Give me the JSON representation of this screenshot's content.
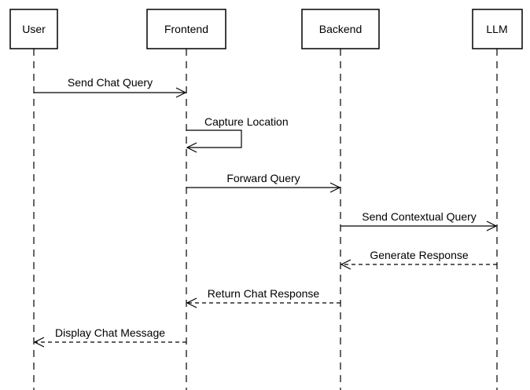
{
  "participants": [
    {
      "id": "user",
      "label": "User"
    },
    {
      "id": "frontend",
      "label": "Frontend"
    },
    {
      "id": "backend",
      "label": "Backend"
    },
    {
      "id": "llm",
      "label": "LLM"
    }
  ],
  "messages": [
    {
      "from": "user",
      "to": "frontend",
      "label": "Send Chat Query",
      "style": "solid"
    },
    {
      "from": "frontend",
      "to": "frontend",
      "label": "Capture Location",
      "style": "solid"
    },
    {
      "from": "frontend",
      "to": "backend",
      "label": "Forward Query",
      "style": "solid"
    },
    {
      "from": "backend",
      "to": "llm",
      "label": "Send Contextual Query",
      "style": "solid"
    },
    {
      "from": "llm",
      "to": "backend",
      "label": "Generate Response",
      "style": "dashed"
    },
    {
      "from": "backend",
      "to": "frontend",
      "label": "Return Chat Response",
      "style": "dashed"
    },
    {
      "from": "frontend",
      "to": "user",
      "label": "Display Chat Message",
      "style": "dashed"
    }
  ]
}
